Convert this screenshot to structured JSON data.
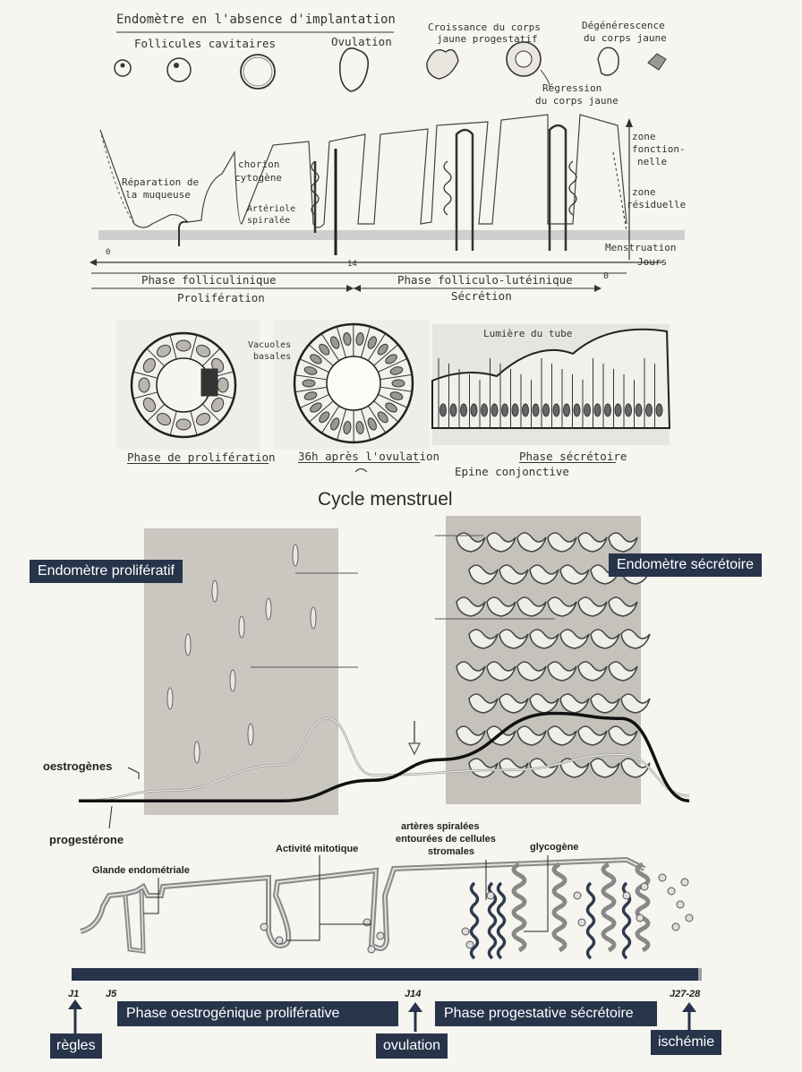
{
  "top": {
    "title": "Endomètre en l'absence d'implantation",
    "follicules": "Follicules cavitaires",
    "ovulation": "Ovulation",
    "croissance_line1": "Croissance du corps",
    "croissance_line2": "jaune progestatif",
    "degenerescence_line1": "Dégénérescence",
    "degenerescence_line2": "du corps jaune",
    "regression_line1": "Régression",
    "regression_line2": "du corps jaune",
    "reparation_line1": "Réparation de",
    "reparation_line2": "la muqueuse",
    "chorion_line1": "chorion",
    "chorion_line2": "cytogène",
    "arteriole_line1": "Artériole",
    "arteriole_line2": "spiralée",
    "zone_fonct_line1": "zone",
    "zone_fonct_line2": "fonction-",
    "zone_fonct_line3": "nelle",
    "zone_resid_line1": "zone",
    "zone_resid_line2": "résiduelle",
    "menstruation": "Menstruation",
    "jours": "Jours",
    "day_start": "0",
    "day_mid": "14",
    "day_end": "0",
    "phase_folliculinique": "Phase folliculinique",
    "phase_folliculo": "Phase folliculo-lutéinique",
    "proliferation": "Prolifération",
    "secretion": "Sécrétion"
  },
  "histo": {
    "vacuoles_line1": "Vacuoles",
    "vacuoles_line2": "basales",
    "lumiere": "Lumière du tube",
    "cap_prolif": "Phase de prolifération",
    "cap_36h": "36h après l'ovulation",
    "cap_secret": "Phase sécrétoire",
    "epine": "Epine conjonctive"
  },
  "bottom": {
    "title": "Cycle menstruel",
    "endo_prolif": "Endomètre prolifératif",
    "endo_secret": "Endomètre sécrétoire",
    "oestrogenes": "oestrogènes",
    "progesterone": "progestérone",
    "glande": "Glande endométriale",
    "mitotique": "Activité mitotique",
    "arteres_line1": "artères spiralées",
    "arteres_line2": "entourées de cellules",
    "arteres_line3": "stromales",
    "glycogene": "glycogène",
    "j1": "J1",
    "j5": "J5",
    "j14": "J14",
    "j2728": "J27-28",
    "phase_oestro": "Phase oestrogénique proliférative",
    "phase_proges": "Phase progestative sécrétoire",
    "regles": "règles",
    "ovulation": "ovulation",
    "ischemie": "ischémie"
  },
  "colors": {
    "label_bg": "#27344a",
    "timeline_bar": "#27344a",
    "progesterone_curve": "#111111",
    "oestrogen_curve": "#9a9a9a"
  },
  "chart_data": {
    "type": "line",
    "x_markers": [
      "J1",
      "J5",
      "J14",
      "J27-28"
    ],
    "series": [
      {
        "name": "oestrogènes",
        "x": [
          1,
          5,
          10,
          12,
          14,
          20,
          25,
          28
        ],
        "y": [
          0.05,
          0.15,
          0.4,
          0.85,
          0.3,
          0.35,
          0.5,
          0.1
        ]
      },
      {
        "name": "progestérone",
        "x": [
          1,
          10,
          14,
          17,
          22,
          25,
          28
        ],
        "y": [
          0.05,
          0.05,
          0.25,
          0.45,
          0.9,
          0.85,
          0.05
        ]
      }
    ]
  }
}
